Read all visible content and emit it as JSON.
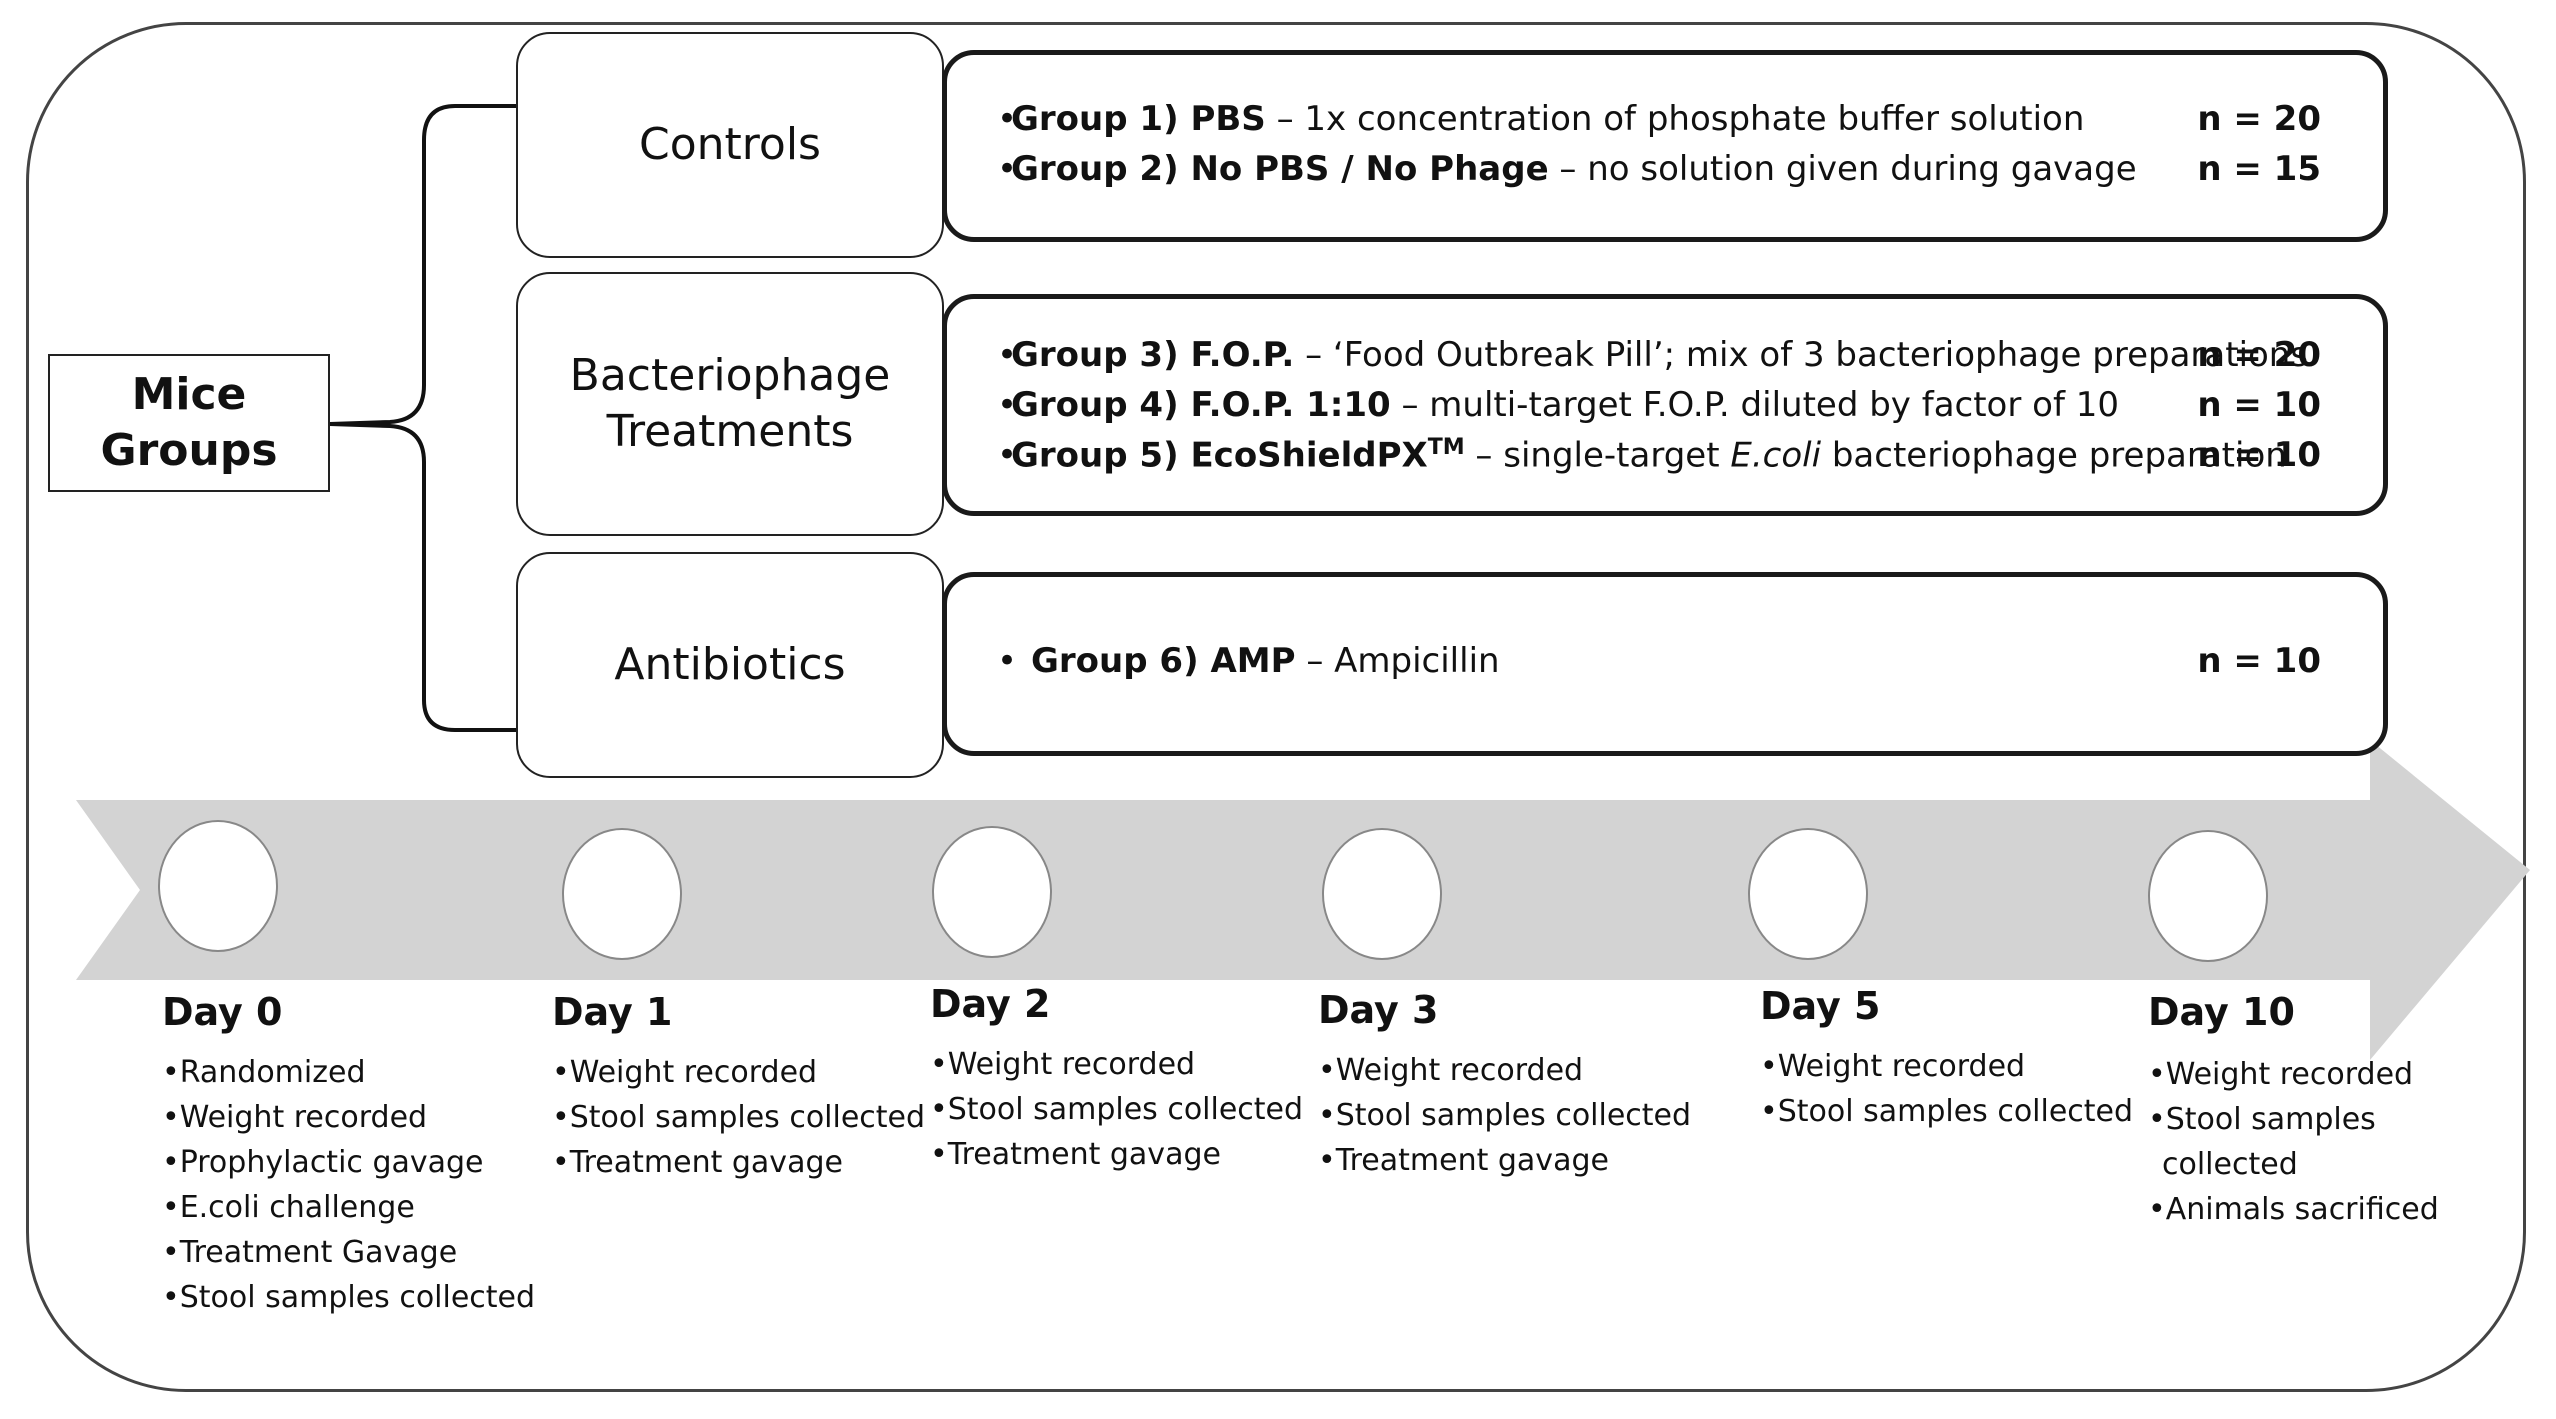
{
  "mice_groups": {
    "line1": "Mice",
    "line2": "Groups"
  },
  "categories": [
    {
      "line1": "Controls",
      "line2": ""
    },
    {
      "line1": "Bacteriophage",
      "line2": "Treatments"
    },
    {
      "line1": "Antibiotics",
      "line2": ""
    }
  ],
  "groups": {
    "g1": {
      "label": "Group 1) PBS",
      "desc": " – 1x concentration of phosphate buffer solution",
      "n": "n = 20"
    },
    "g2": {
      "label": "Group 2) No PBS / No Phage",
      "desc": " – no solution given during gavage",
      "n": "n = 15"
    },
    "g3": {
      "label": "Group 3) F.O.P.",
      "desc": " – ‘Food Outbreak Pill’; mix of 3 bacteriophage preparations",
      "n": "n = 20"
    },
    "g4": {
      "label": "Group 4) F.O.P. 1:10",
      "desc": " – multi-target F.O.P. diluted by factor of 10",
      "n": "n = 10"
    },
    "g5": {
      "label": "Group 5) EcoShieldPX",
      "sup": "TM",
      "desc_a": " – single-target ",
      "desc_italic": "E.coli",
      "desc_b": " bacteriophage preparation",
      "n": "n = 10"
    },
    "g6": {
      "label": "Group 6) AMP",
      "desc": " – Ampicillin",
      "n": "n = 10"
    }
  },
  "bullet": "•",
  "timeline": {
    "arrow_color": "#d3d3d3",
    "days": [
      {
        "label": "Day 0",
        "items": [
          "•Randomized",
          "•Weight recorded",
          "•Prophylactic gavage",
          "•E.coli challenge",
          "•Treatment Gavage",
          "•Stool samples collected"
        ]
      },
      {
        "label": "Day 1",
        "items": [
          "•Weight recorded",
          "•Stool samples collected",
          "•Treatment gavage"
        ]
      },
      {
        "label": "Day 2",
        "items": [
          "•Weight recorded",
          "•Stool samples collected",
          "•Treatment gavage"
        ]
      },
      {
        "label": "Day 3",
        "items": [
          "•Weight recorded",
          "•Stool samples collected",
          "•Treatment gavage"
        ]
      },
      {
        "label": "Day 5",
        "items": [
          "•Weight recorded",
          "•Stool samples collected"
        ]
      },
      {
        "label": "Day 10",
        "items": [
          "•Weight recorded",
          "•Stool samples",
          "  collected",
          "•Animals sacrificed"
        ]
      }
    ]
  }
}
